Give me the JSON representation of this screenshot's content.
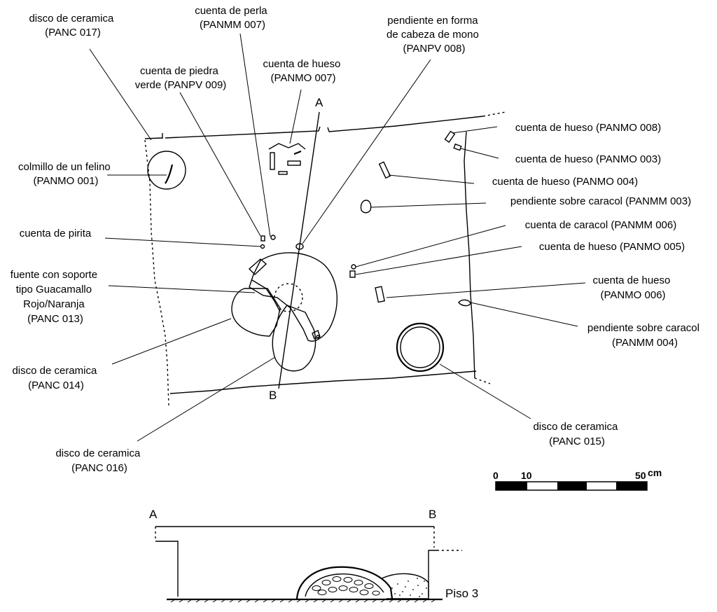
{
  "labels": {
    "disco_017": [
      "disco de ceramica",
      "(PANC 017)"
    ],
    "perla_007": [
      "cuenta de perla",
      "(PANMM 007)"
    ],
    "mono_008": [
      "pendiente en forma",
      "de cabeza de mono",
      "(PANPV 008)"
    ],
    "hueso_007": [
      "cuenta de hueso",
      "(PANMO 007)"
    ],
    "piedra_009": [
      "cuenta de piedra",
      "verde (PANPV 009)"
    ],
    "colmillo_001": [
      "colmillo de un felino",
      "(PANMO 001)"
    ],
    "pirita": [
      "cuenta de pirita"
    ],
    "fuente_013": [
      "fuente con soporte",
      "tipo Guacamallo",
      "Rojo/Naranja",
      "(PANC 013)"
    ],
    "disco_014": [
      "disco de ceramica",
      "(PANC 014)"
    ],
    "disco_016": [
      "disco de ceramica",
      "(PANC 016)"
    ],
    "hueso_008": [
      "cuenta de hueso (PANMO 008)"
    ],
    "hueso_003": [
      "cuenta de hueso (PANMO 003)"
    ],
    "hueso_004": [
      "cuenta de hueso (PANMO 004)"
    ],
    "caracol_003": [
      "pendiente sobre caracol (PANMM 003)"
    ],
    "caracol_006": [
      "cuenta de caracol (PANMM 006)"
    ],
    "hueso_005": [
      "cuenta de hueso (PANMO 005)"
    ],
    "hueso_006": [
      "cuenta de hueso",
      "(PANMO 006)"
    ],
    "caracol_004": [
      "pendiente sobre caracol",
      "(PANMM 004)"
    ],
    "disco_015": [
      "disco de ceramica",
      "(PANC 015)"
    ]
  },
  "section_marks": {
    "plan_a": "A",
    "plan_b": "B",
    "profile_a": "A",
    "profile_b": "B"
  },
  "profile": {
    "floor_label": "Piso 3"
  },
  "scale_bar": {
    "tick_0": "0",
    "tick_10": "10",
    "tick_50": "50",
    "unit": "cm"
  }
}
